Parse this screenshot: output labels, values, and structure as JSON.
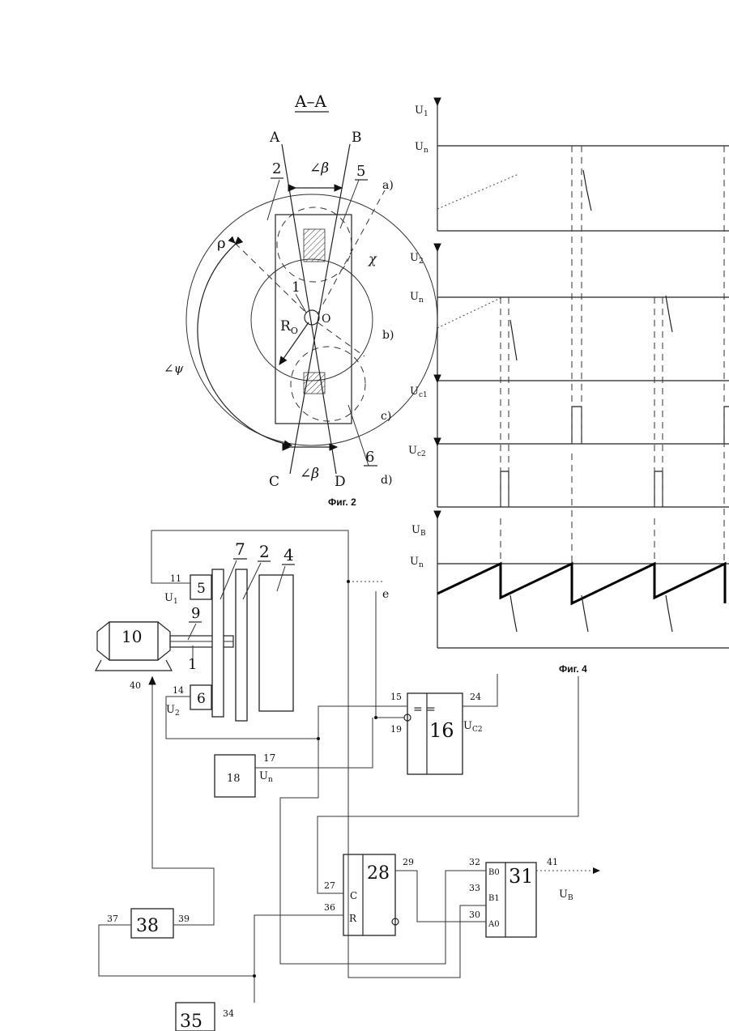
{
  "fig2": {
    "section": "A–A",
    "caption": "Фиг. 2",
    "line_a": "A",
    "line_b": "B",
    "line_c": "C",
    "line_d": "D",
    "angle_beta_top": "∠β",
    "angle_beta_bottom": "∠β",
    "angle_psi": "∠ψ",
    "rho": "ρ",
    "chi": "χ",
    "r0": "R",
    "r0_sub": "O",
    "center": "O",
    "n1": "1",
    "n2": "2",
    "n5": "5",
    "n6": "6",
    "pos_a": "a)",
    "pos_b": "b)",
    "pos_c": "c)",
    "pos_d": "d)"
  },
  "fig4": {
    "caption": "Фиг. 4",
    "u1": "U",
    "u1_sub": "1",
    "u2": "U",
    "u2_sub": "2",
    "uc1": "U",
    "uc1_sub": "c1",
    "uc2": "U",
    "uc2_sub": "c2",
    "ub": "U",
    "ub_sub": "B",
    "un": "U",
    "un_sub": "n"
  },
  "schematic": {
    "b2": "2",
    "b4": "4",
    "b5": "5",
    "b6": "6",
    "b7": "7",
    "b9": "9",
    "b10": "10",
    "b1": "1",
    "b16": "16",
    "b18": "18",
    "b28": "28",
    "b31": "31",
    "b38": "38",
    "b35": "35",
    "p11": "11",
    "p14": "14",
    "p15": "15",
    "p17": "17",
    "p19": "19",
    "p24": "24",
    "p27": "27",
    "p29": "29",
    "p30": "30",
    "p32": "32",
    "p33": "33",
    "p34": "34",
    "p36": "36",
    "p37": "37",
    "p39": "39",
    "p40": "40",
    "p41": "41",
    "u1": "U",
    "u1_sub": "1",
    "u2": "U",
    "u2_sub": "2",
    "uc2": "U",
    "uc2_sub": "C2",
    "un": "U",
    "un_sub": "n",
    "ub": "U",
    "ub_sub": "B",
    "e": "e",
    "comp_sym": "= =",
    "pin_c": "C",
    "pin_r": "R",
    "pin_b0": "B0",
    "pin_b1": "B1",
    "pin_a0": "A0"
  }
}
